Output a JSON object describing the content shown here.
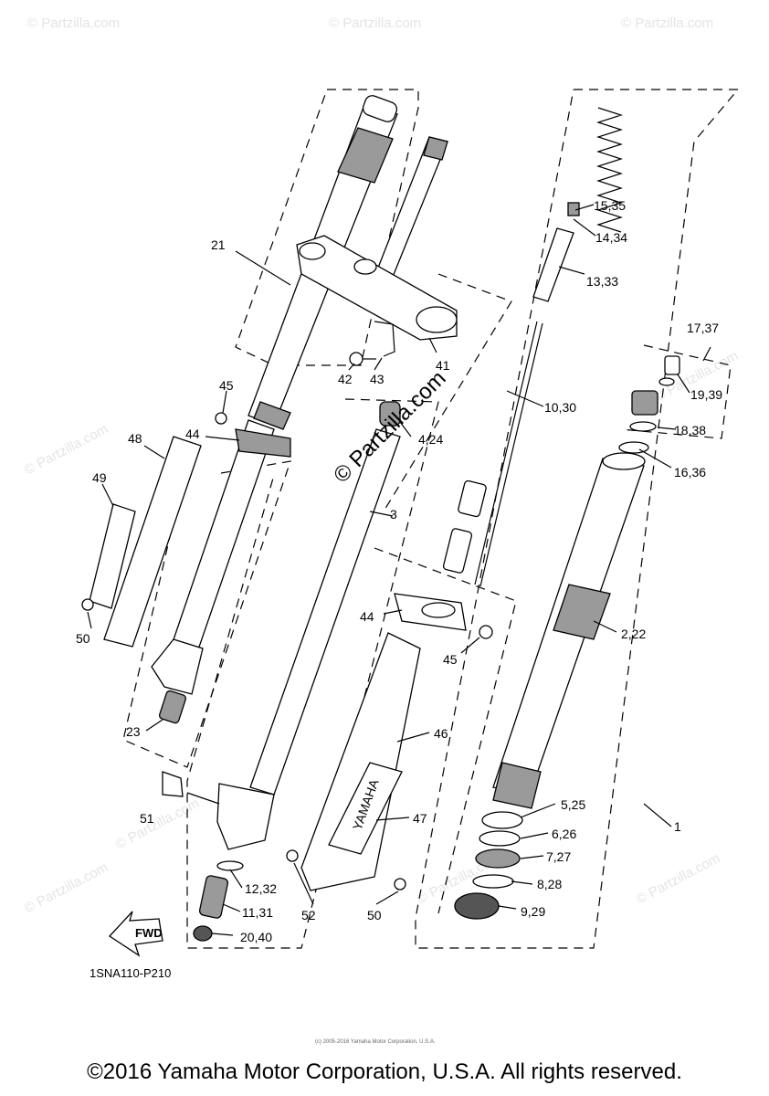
{
  "diagram": {
    "code": "1SNA110-P210",
    "fwd_label": "FWD",
    "brand_mark": "YAMAHA",
    "copyright": "©2016 Yamaha Motor Corporation, U.S.A. All rights reserved.",
    "fine_print": "(c) 2005-2016 Yamaha Motor Corporation, U.S.A.",
    "watermark": "© Partzilla.com",
    "watermark_small": "© Partzilla.com"
  },
  "callouts": {
    "c1": "1",
    "c2_22": "2,22",
    "c3": "3",
    "c4_24": "4,24",
    "c5_25": "5,25",
    "c6_26": "6,26",
    "c7_27": "7,27",
    "c8_28": "8,28",
    "c9_29": "9,29",
    "c10_30": "10,30",
    "c11_31": "11,31",
    "c12_32": "12,32",
    "c13_33": "13,33",
    "c14_34": "14,34",
    "c15_35": "15,35",
    "c16_36": "16,36",
    "c17_37": "17,37",
    "c18_38": "18,38",
    "c19_39": "19,39",
    "c20_40": "20,40",
    "c21": "21",
    "c23": "23",
    "c41": "41",
    "c42": "42",
    "c43": "43",
    "c44a": "44",
    "c44b": "44",
    "c45a": "45",
    "c45b": "45",
    "c46": "46",
    "c47": "47",
    "c48": "48",
    "c49": "49",
    "c50a": "50",
    "c50b": "50",
    "c51": "51",
    "c52": "52"
  }
}
